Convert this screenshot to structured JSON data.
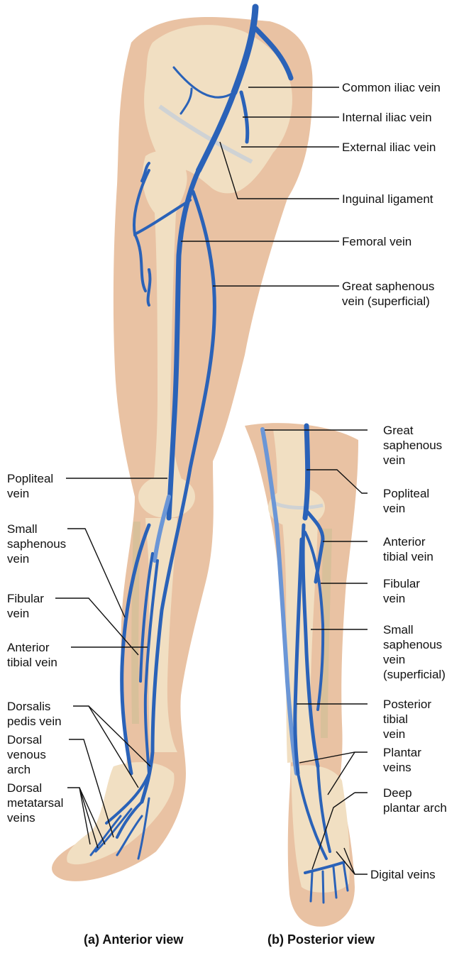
{
  "colors": {
    "skin": "#e9c2a3",
    "skin_shadow": "#d9a786",
    "bone": "#f1dfc2",
    "bone_shadow": "#d8c09a",
    "vein": "#2a62b8",
    "vein_light": "#6b96d6",
    "ligament": "#cfd2d4",
    "leader": "#111111"
  },
  "labels": {
    "common_iliac": "Common iliac vein",
    "internal_iliac": "Internal iliac vein",
    "external_iliac": "External iliac vein",
    "inguinal": "Inguinal ligament",
    "femoral": "Femoral vein",
    "great_saph_a": [
      "Great saphenous",
      "vein (superficial)"
    ],
    "popliteal_a": [
      "Popliteal",
      "vein"
    ],
    "small_saph_a": [
      "Small",
      "saphenous",
      "vein"
    ],
    "fibular_a": [
      "Fibular",
      "vein"
    ],
    "ant_tibial_a": [
      "Anterior",
      "tibial vein"
    ],
    "dorsalis_pedis": [
      "Dorsalis",
      "pedis vein"
    ],
    "dorsal_arch": [
      "Dorsal",
      "venous",
      "arch"
    ],
    "dorsal_meta": [
      "Dorsal",
      "metatarsal",
      "veins"
    ],
    "great_saph_b": [
      "Great",
      "saphenous",
      "vein"
    ],
    "popliteal_b": [
      "Popliteal",
      "vein"
    ],
    "ant_tibial_b": [
      "Anterior",
      "tibial vein"
    ],
    "fibular_b": [
      "Fibular",
      "vein"
    ],
    "small_saph_b": [
      "Small",
      "saphenous",
      "vein",
      "(superficial)"
    ],
    "post_tibial": [
      "Posterior",
      "tibial",
      "vein"
    ],
    "plantar": [
      "Plantar",
      "veins"
    ],
    "deep_plantar": [
      "Deep",
      "plantar arch"
    ],
    "digital": "Digital veins"
  },
  "captions": {
    "a": "(a) Anterior view",
    "b": "(b) Posterior view"
  }
}
